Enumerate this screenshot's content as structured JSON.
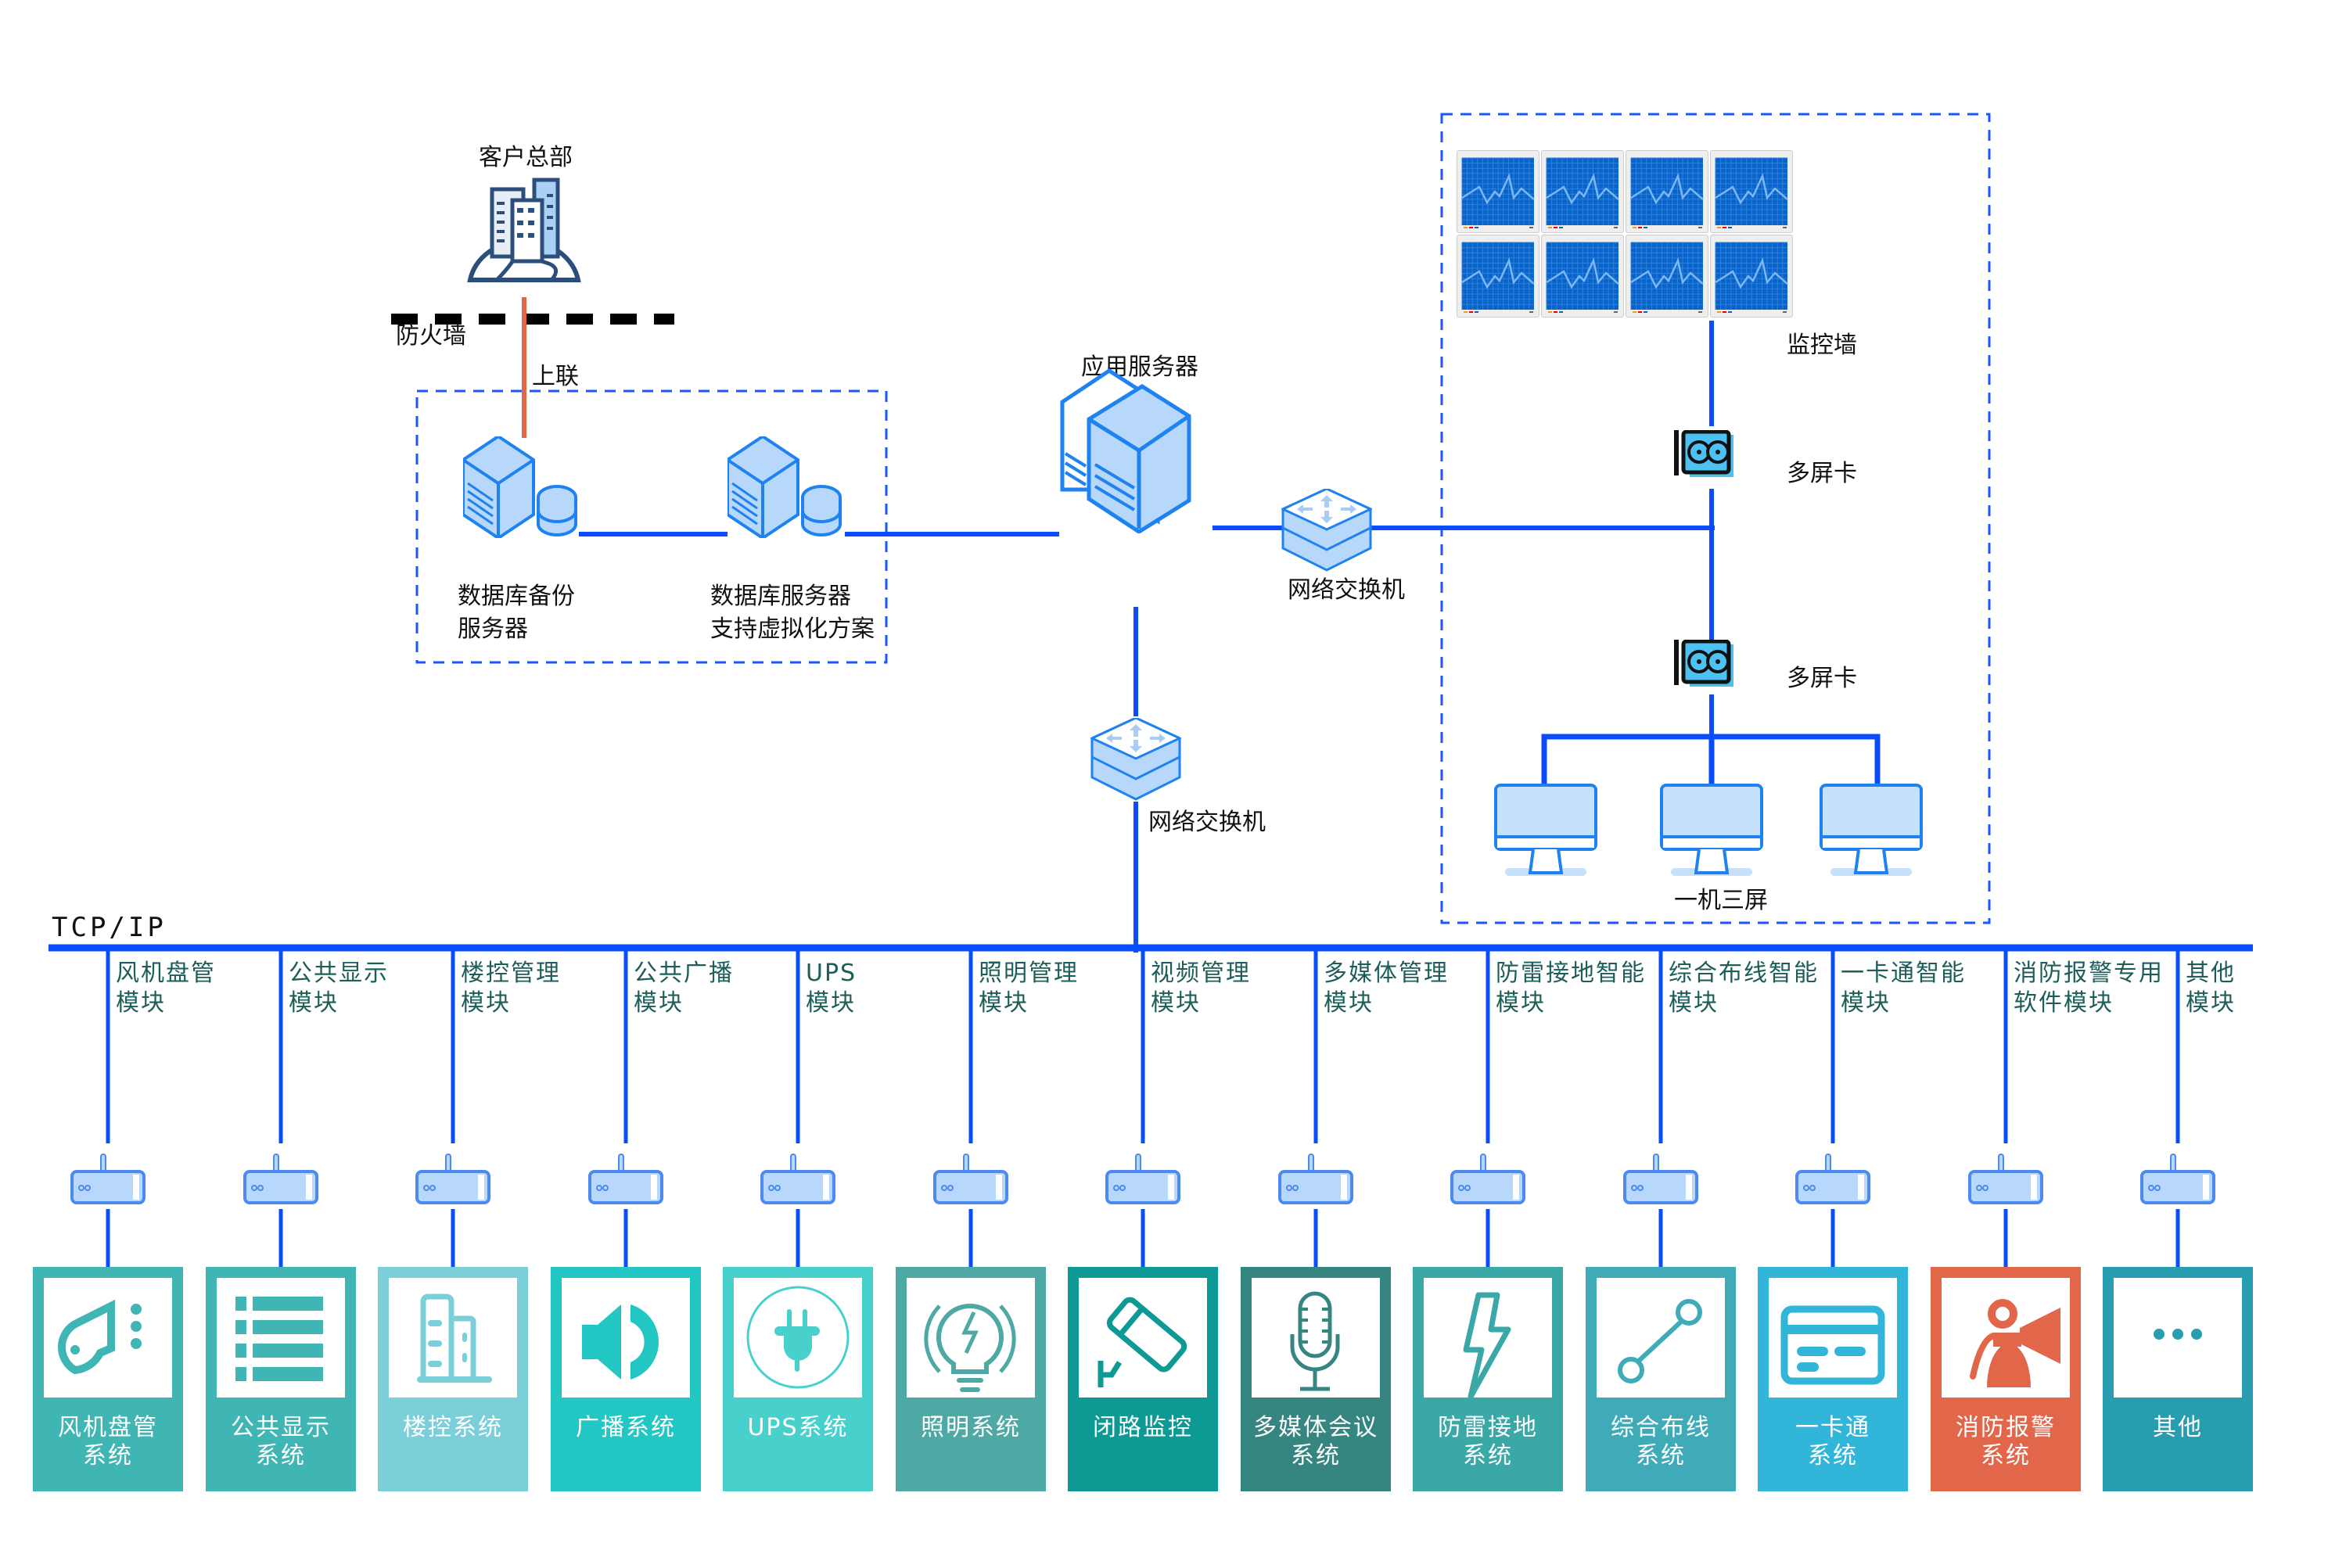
{
  "headquarters": {
    "label": "客户总部",
    "icon": "building-globe-icon"
  },
  "firewall": {
    "label": "防火墙"
  },
  "uplink": {
    "label": "上联"
  },
  "db_group": {
    "backup_server": {
      "label_line1": "数据库备份",
      "label_line2": "服务器",
      "icon": "server-database-icon"
    },
    "db_server": {
      "label_line1": "数据库服务器",
      "label_line2": "支持虚拟化方案",
      "icon": "server-database-icon"
    }
  },
  "app_server": {
    "label": "应用服务器",
    "icon": "rack-server-icon"
  },
  "switch_right": {
    "label": "网络交换机",
    "icon": "network-switch-icon"
  },
  "switch_bottom": {
    "label": "网络交换机",
    "icon": "network-switch-icon"
  },
  "monitor_group": {
    "video_wall": {
      "label": "监控墙",
      "screens": 8,
      "icon": "chart-monitor-icon"
    },
    "gpu_top": {
      "label": "多屏卡",
      "icon": "graphics-card-icon"
    },
    "gpu_bottom": {
      "label": "多屏卡",
      "icon": "graphics-card-icon"
    },
    "workstation": {
      "label": "一机三屏",
      "screens": 3,
      "icon": "desktop-monitor-icon"
    }
  },
  "bus": {
    "label": "TCP/IP"
  },
  "modules": [
    {
      "module_label": "风机盘管\n模块",
      "system_label": "风机盘管\n系统",
      "icon": "fan-blower-icon",
      "color": "#3fb6b4"
    },
    {
      "module_label": "公共显示\n模块",
      "system_label": "公共显示\n系统",
      "icon": "list-display-icon",
      "color": "#3fb6b4"
    },
    {
      "module_label": "楼控管理\n模块",
      "system_label": "楼控系统",
      "icon": "building-icon",
      "color": "#7acfd8"
    },
    {
      "module_label": "公共广播\n模块",
      "system_label": "广播系统",
      "icon": "speaker-icon",
      "color": "#22c7c3"
    },
    {
      "module_label": "UPS\n模块",
      "system_label": "UPS系统",
      "icon": "power-plug-icon",
      "color": "#48d1cc"
    },
    {
      "module_label": "照明管理\n模块",
      "system_label": "照明系统",
      "icon": "light-bulb-icon",
      "color": "#4ea8a4"
    },
    {
      "module_label": "视频管理\n模块",
      "system_label": "闭路监控",
      "icon": "cctv-camera-icon",
      "color": "#0d9a95"
    },
    {
      "module_label": "多媒体管理\n模块",
      "system_label": "多媒体会议\n系统",
      "icon": "microphone-icon",
      "color": "#358580"
    },
    {
      "module_label": "防雷接地智能\n模块",
      "system_label": "防雷接地\n系统",
      "icon": "lightning-icon",
      "color": "#3aa8a6"
    },
    {
      "module_label": "综合布线智能\n模块",
      "system_label": "综合布线\n系统",
      "icon": "cable-link-icon",
      "color": "#3fabb8"
    },
    {
      "module_label": "一卡通智能\n模块",
      "system_label": "一卡通\n系统",
      "icon": "id-card-icon",
      "color": "#31b6da"
    },
    {
      "module_label": "消防报警专用\n软件模块",
      "system_label": "消防报警\n系统",
      "icon": "fire-alarm-icon",
      "color": "#e2664a"
    },
    {
      "module_label": "其他\n模块",
      "system_label": "其他",
      "icon": "more-dots-icon",
      "color": "#289daf"
    }
  ],
  "colors": {
    "link_blue": "#0a4cff",
    "uplink_red": "#e2664a",
    "device_fill": "#b8d8fb",
    "device_stroke": "#1e82f0",
    "module_text": "#1d5e58"
  }
}
